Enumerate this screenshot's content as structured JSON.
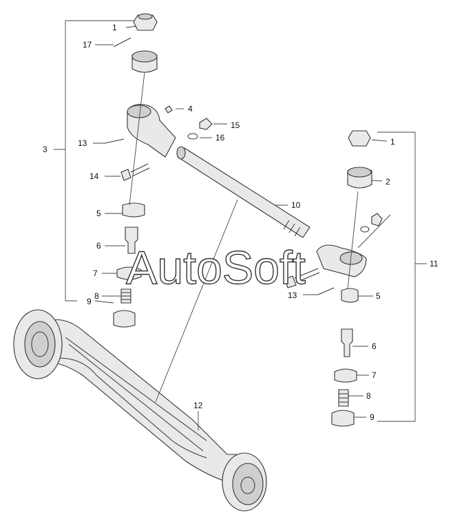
{
  "watermark": "AutoSoft",
  "callouts": {
    "left": {
      "c1": "1",
      "c17": "17",
      "c4": "4",
      "c15": "15",
      "c16": "16",
      "c13": "13",
      "c14": "14",
      "c5": "5",
      "c6": "6",
      "c7": "7",
      "c8": "8",
      "c9": "9",
      "c3": "3"
    },
    "right": {
      "c1": "1",
      "c2": "2",
      "c13": "13",
      "c5": "5",
      "c6": "6",
      "c7": "7",
      "c8": "8",
      "c9": "9",
      "c11": "11"
    },
    "c10": "10",
    "c12": "12"
  }
}
